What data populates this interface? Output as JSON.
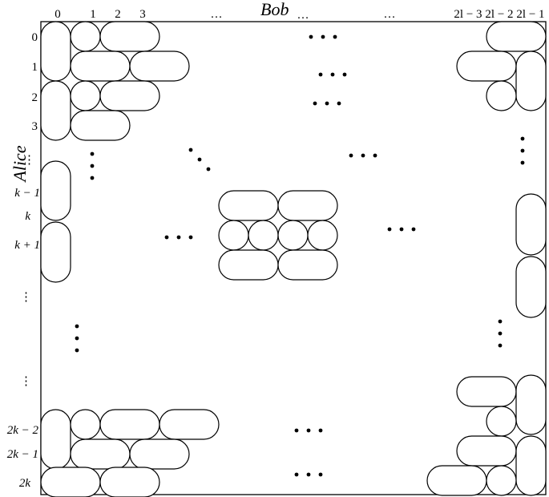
{
  "axis": {
    "column_player": "Bob",
    "row_player": "Alice"
  },
  "column_labels": [
    {
      "text": "0"
    },
    {
      "text": "1"
    },
    {
      "text": "2"
    },
    {
      "text": "3"
    },
    {
      "text": "…"
    },
    {
      "text": "…"
    },
    {
      "text": "…"
    },
    {
      "text": "2l − 3"
    },
    {
      "text": "2l − 2"
    },
    {
      "text": "2l − 1"
    }
  ],
  "row_labels": [
    {
      "text": "0"
    },
    {
      "text": "1"
    },
    {
      "text": "2"
    },
    {
      "text": "3"
    },
    {
      "text": "⋮"
    },
    {
      "text": "k − 1"
    },
    {
      "text": "k"
    },
    {
      "text": "k + 1"
    },
    {
      "text": "⋮"
    },
    {
      "text": "⋮"
    },
    {
      "text": "2k − 2"
    },
    {
      "text": "2k − 1"
    },
    {
      "text": "2k"
    }
  ],
  "colors": {
    "stroke": "#000000",
    "fill": "#ffffff"
  }
}
